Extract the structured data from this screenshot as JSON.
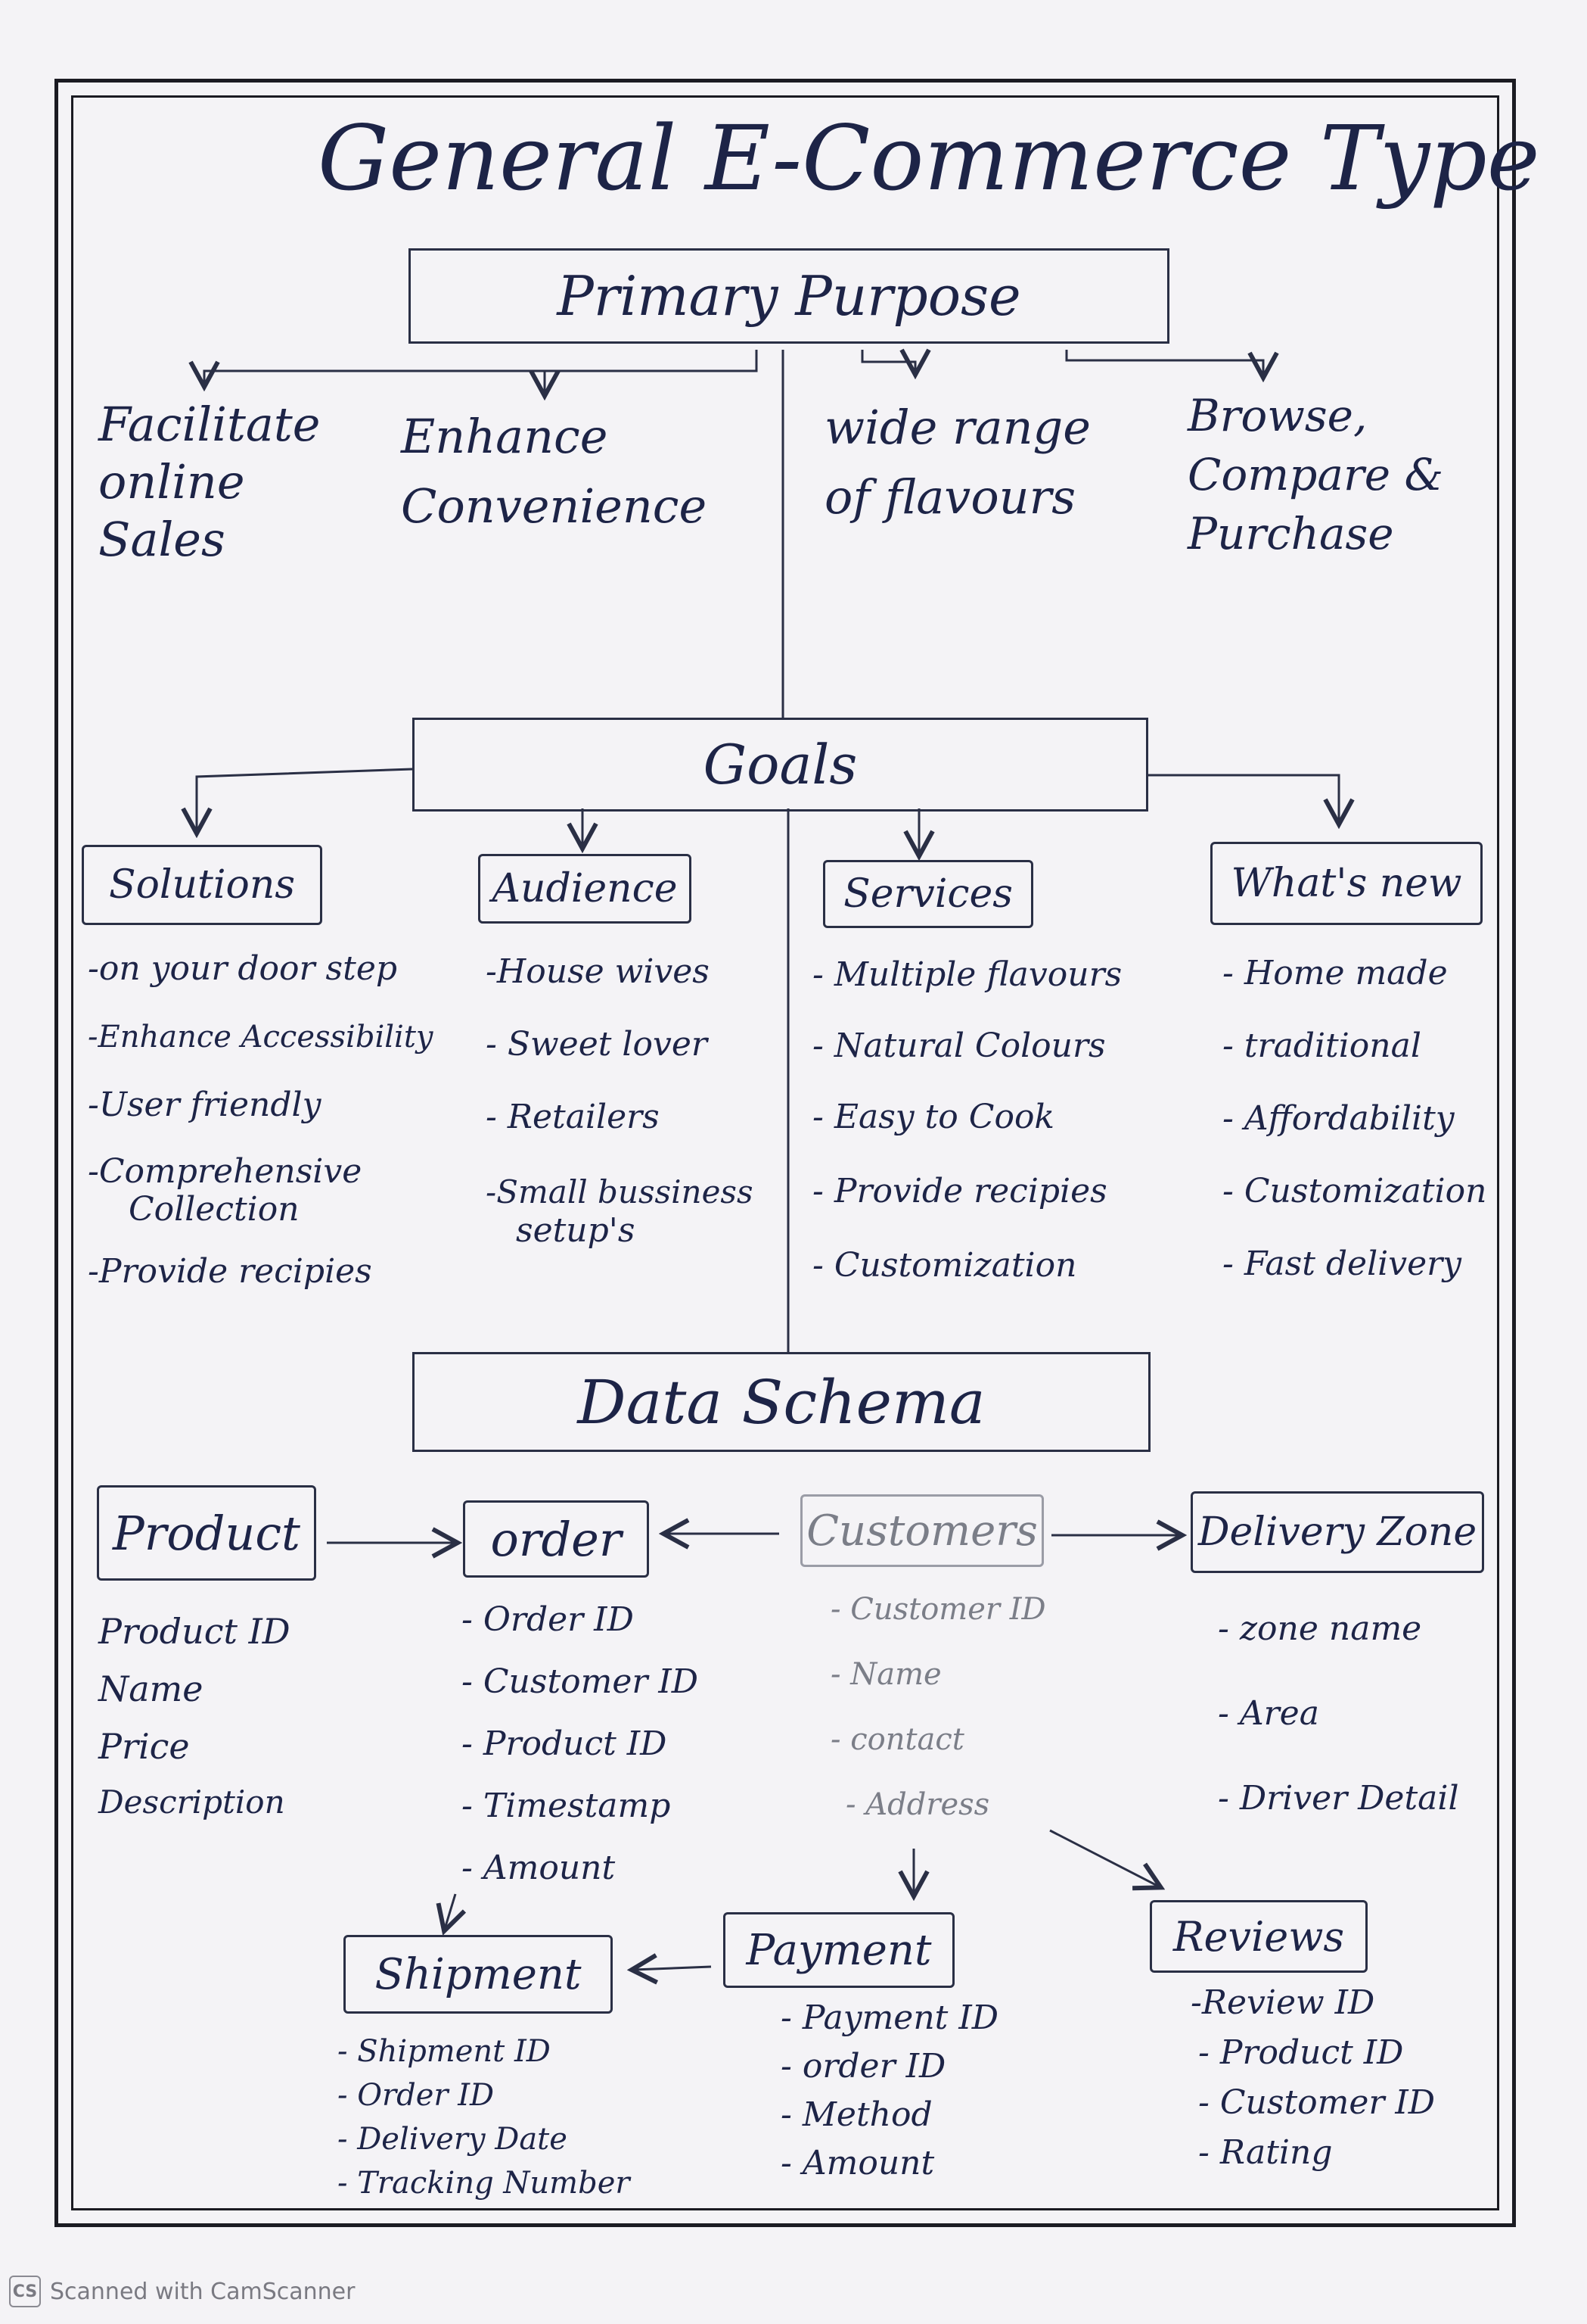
{
  "title": "General E-Commerce Type",
  "primary_purpose": {
    "label": "Primary Purpose",
    "items": [
      [
        "Facilitate",
        "online",
        "Sales"
      ],
      [
        "Enhance",
        "Convenience"
      ],
      [
        "wide range",
        "of flavours"
      ],
      [
        "Browse,",
        "Compare &",
        "Purchase"
      ]
    ]
  },
  "goals": {
    "label": "Goals",
    "categories": [
      {
        "name": "Solutions",
        "items": [
          "-on your door step",
          "-Enhance Accessibility",
          "-User friendly",
          "-Comprehensive",
          "Collection",
          "-Provide recipies"
        ]
      },
      {
        "name": "Audience",
        "items": [
          "-House wives",
          "- Sweet lover",
          "- Retailers",
          "-Small bussiness",
          "setup's"
        ]
      },
      {
        "name": "Services",
        "items": [
          "- Multiple flavours",
          "- Natural Colours",
          "- Easy to Cook",
          "- Provide recipies",
          "- Customization"
        ]
      },
      {
        "name": "What's new",
        "items": [
          "- Home made",
          "- traditional",
          "- Affordability",
          "- Customization",
          "- Fast delivery"
        ]
      }
    ]
  },
  "data_schema": {
    "label": "Data Schema",
    "entities": [
      {
        "name": "Product",
        "fields": [
          "Product ID",
          "Name",
          "Price",
          "Description"
        ]
      },
      {
        "name": "order",
        "fields": [
          "- Order ID",
          "- Customer ID",
          "- Product ID",
          "- Timestamp",
          "- Amount"
        ]
      },
      {
        "name": "Customers",
        "fields": [
          "- Customer ID",
          "- Name",
          "- contact",
          "- Address"
        ]
      },
      {
        "name": "Delivery Zone",
        "fields": [
          "- zone name",
          "- Area",
          "- Driver Detail"
        ]
      },
      {
        "name": "Shipment",
        "fields": [
          "- Shipment ID",
          "- Order ID",
          "- Delivery Date",
          "- Tracking Number"
        ]
      },
      {
        "name": "Payment",
        "fields": [
          "- Payment ID",
          "- order ID",
          "- Method",
          "- Amount"
        ]
      },
      {
        "name": "Reviews",
        "fields": [
          "-Review ID",
          "- Product ID",
          "- Customer ID",
          "- Rating"
        ]
      }
    ]
  },
  "footer": {
    "badge": "CS",
    "text": "Scanned with CamScanner"
  },
  "colors": {
    "ink": "#1d2447",
    "faded_ink": "#7b7e88",
    "paper": "#f4f3f6"
  }
}
